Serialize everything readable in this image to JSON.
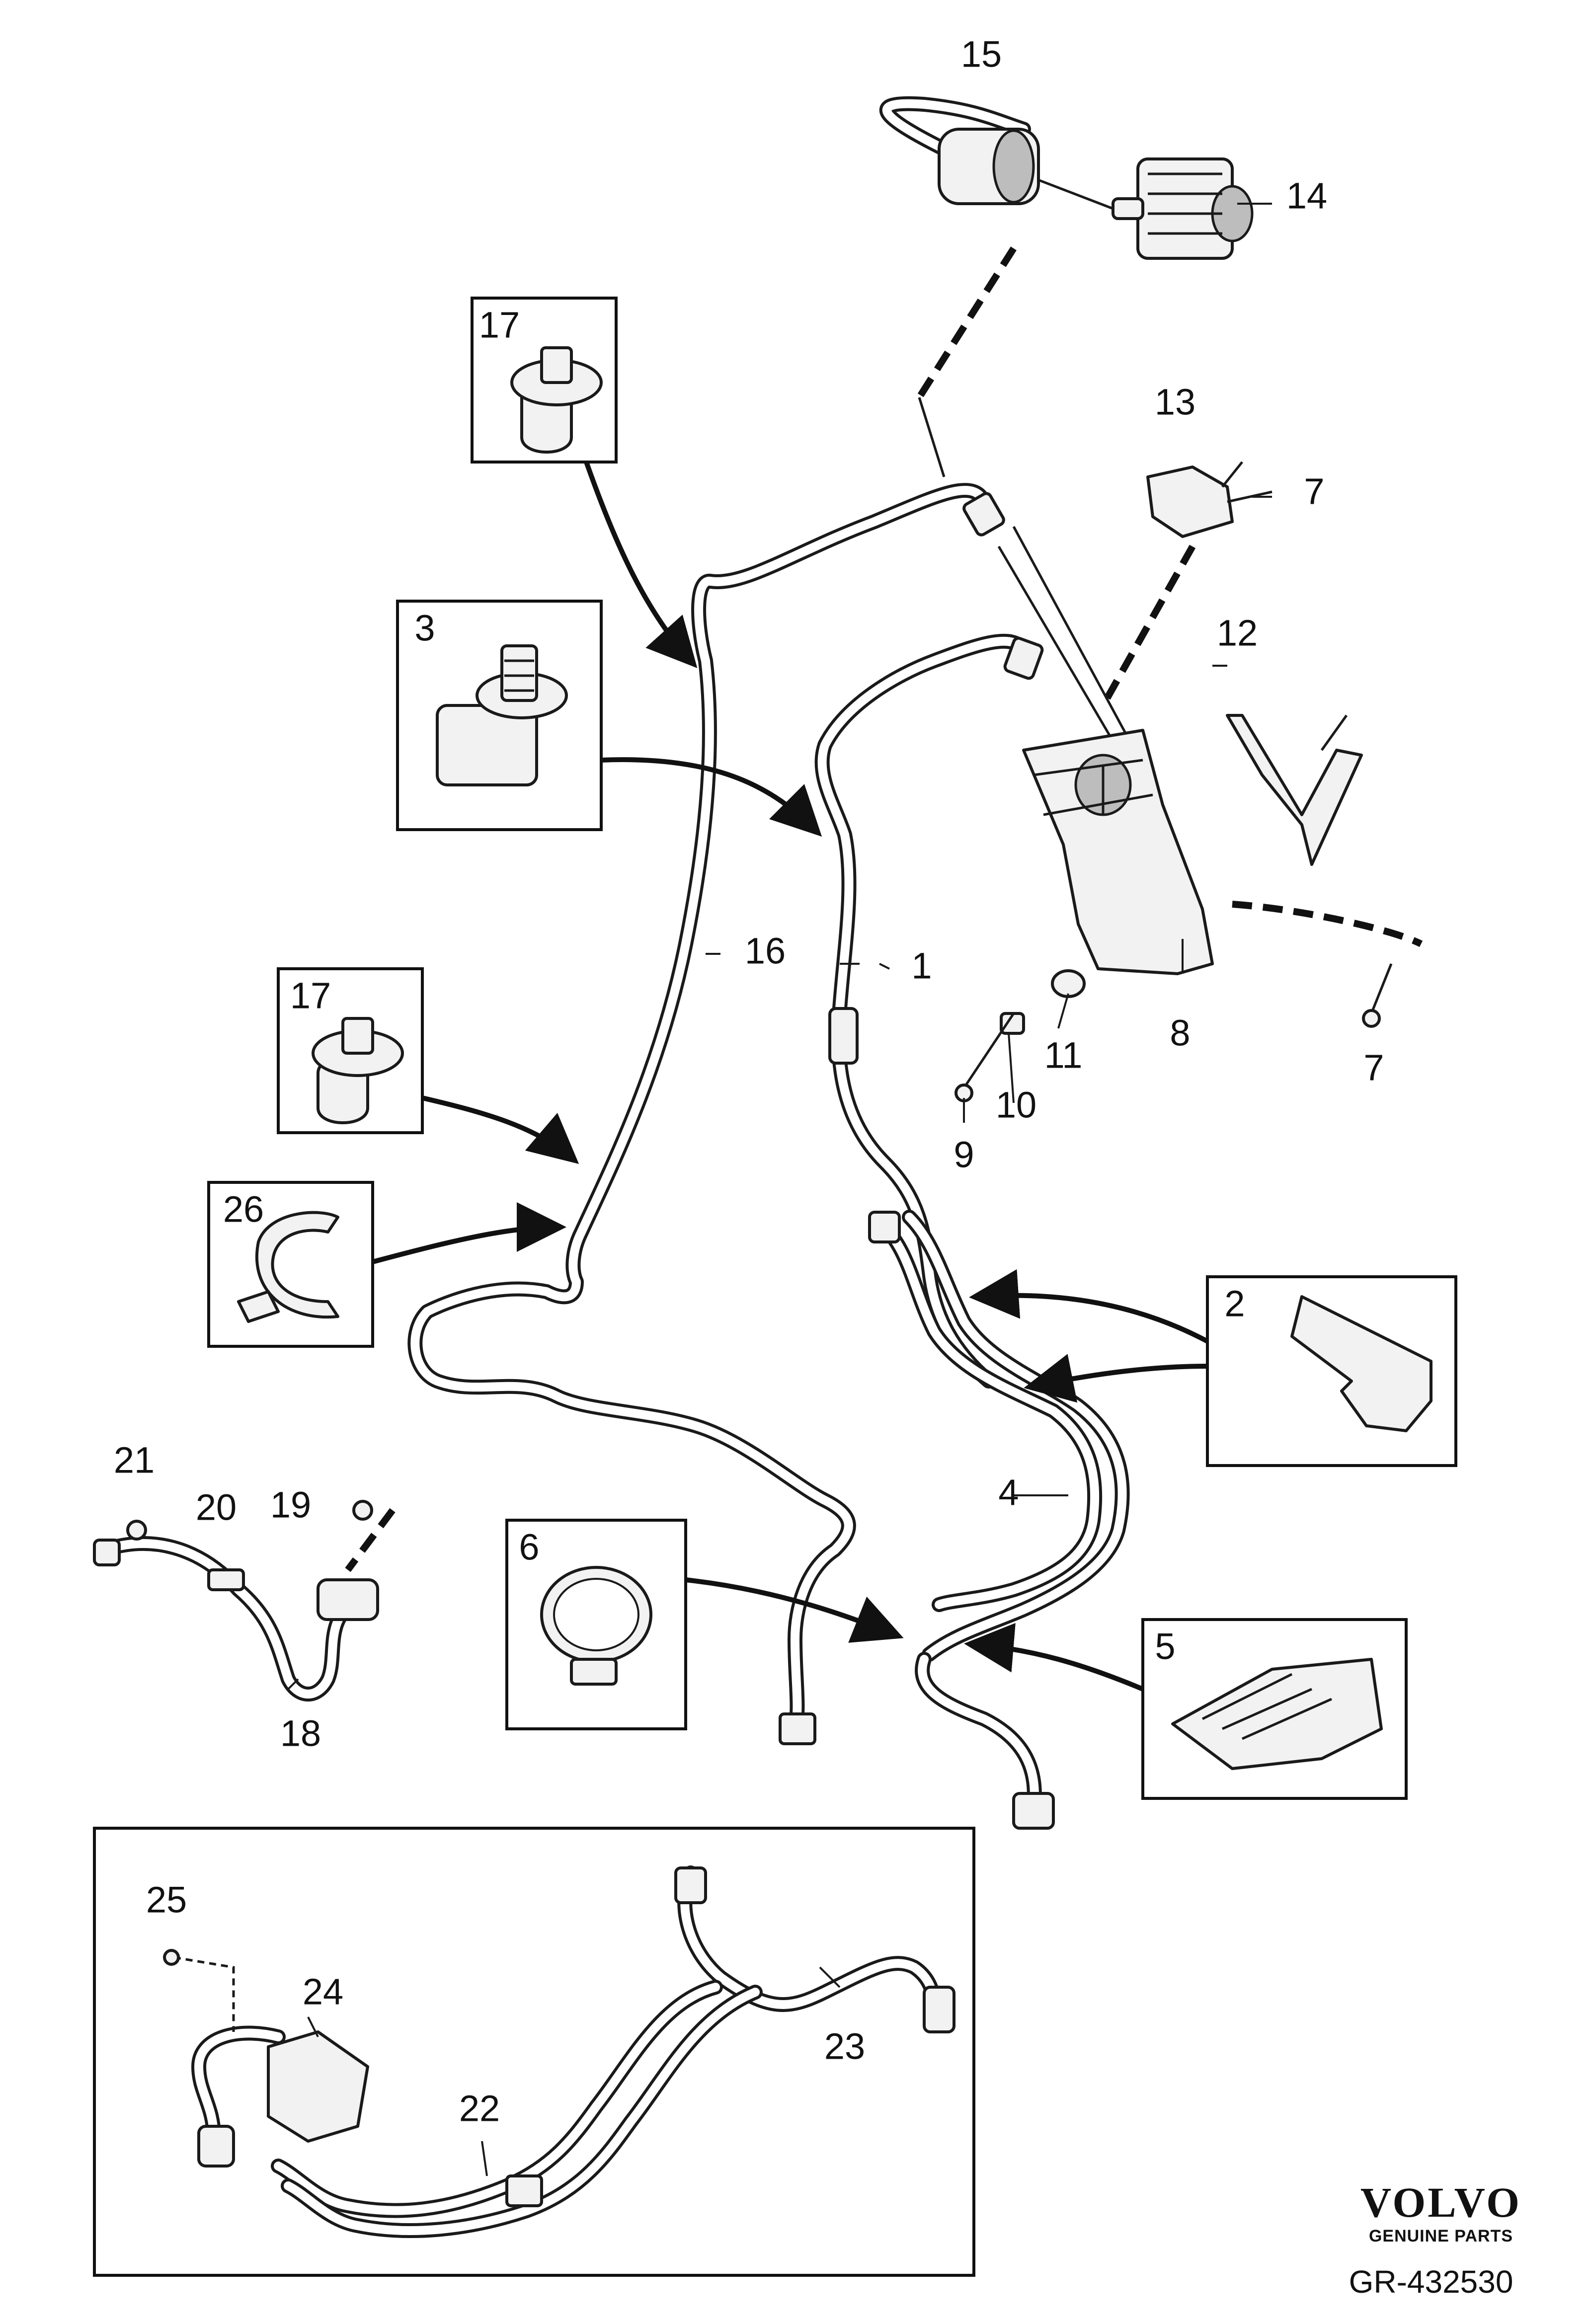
{
  "brand": {
    "name": "VOLVO",
    "tagline": "GENUINE PARTS"
  },
  "document_id": "GR-432530",
  "callouts": {
    "c1": "1",
    "c2": "2",
    "c3": "3",
    "c4": "4",
    "c5": "5",
    "c6": "6",
    "c7a": "7",
    "c7b": "7",
    "c8": "8",
    "c9": "9",
    "c10": "10",
    "c11": "11",
    "c12": "12",
    "c13": "13",
    "c14": "14",
    "c15": "15",
    "c16": "16",
    "c17a": "17",
    "c17b": "17",
    "c18": "18",
    "c19": "19",
    "c20": "20",
    "c21": "21",
    "c22": "22",
    "c23": "23",
    "c24": "24",
    "c25": "25",
    "c26": "26"
  },
  "colors": {
    "line": "#1a1a1a",
    "background": "#ffffff"
  }
}
